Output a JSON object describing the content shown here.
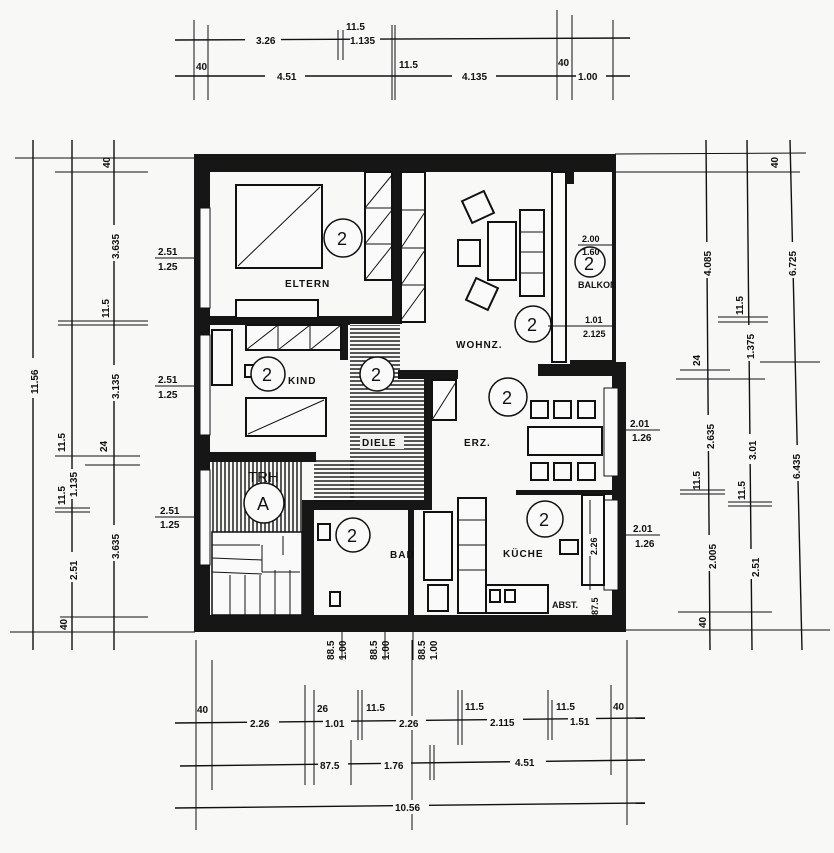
{
  "rooms": {
    "eltern": "ELTERN",
    "kind": "KIND",
    "diele": "DIELE",
    "wohnz": "WOHNZ.",
    "erz": "ERZ.",
    "bad": "BAD",
    "kueche": "KÜCHE",
    "abst": "ABST.",
    "balkon": "BALKON",
    "trh": "TRH"
  },
  "markers": {
    "room_number": "2",
    "stair_marker": "A"
  },
  "top_dims": {
    "row1": [
      "3.26",
      "11.5",
      "1.135"
    ],
    "row2": [
      "40",
      "4.51",
      "11.5",
      "4.135",
      "40",
      "1.00"
    ]
  },
  "bottom_dims": {
    "openings": [
      [
        "88.5",
        "1.00"
      ],
      [
        "88.5",
        "1.00"
      ],
      [
        "88.5",
        "1.00"
      ]
    ],
    "row1": [
      "40",
      "2.26",
      "26",
      "1.01",
      "11.5",
      "2.26",
      "11.5",
      "2.115",
      "11.5",
      "1.51",
      "40"
    ],
    "row2": [
      "87.5",
      "1.76",
      "4.51"
    ],
    "total": "10.56"
  },
  "left_dims": {
    "total": "11.56",
    "inner": [
      "40",
      "3.635",
      "11.5",
      "3.135",
      "24",
      "3.635"
    ],
    "outer": [
      "11.5",
      "1.135",
      "11.5",
      "2.51",
      "40"
    ],
    "windows": [
      [
        "2.51",
        "1.25"
      ],
      [
        "2.51",
        "1.25"
      ],
      [
        "2.51",
        "1.25"
      ]
    ]
  },
  "right_dims": {
    "col1": [
      "40",
      "4.085",
      "24",
      "2.635",
      "11.5",
      "2.005",
      "40"
    ],
    "col2": [
      "11.5",
      "1.375",
      "3.01",
      "11.5",
      "2.51"
    ],
    "col3": [
      "6.725",
      "6.435"
    ],
    "windows": [
      [
        "2.01",
        "1.26"
      ],
      [
        "2.01",
        "1.26"
      ]
    ],
    "balkon_window": [
      "2.00",
      "1.60"
    ],
    "balkon_door": [
      "1.01",
      "2.125"
    ],
    "kitchen_depth": "2.26",
    "abst_depth": "87.5"
  }
}
